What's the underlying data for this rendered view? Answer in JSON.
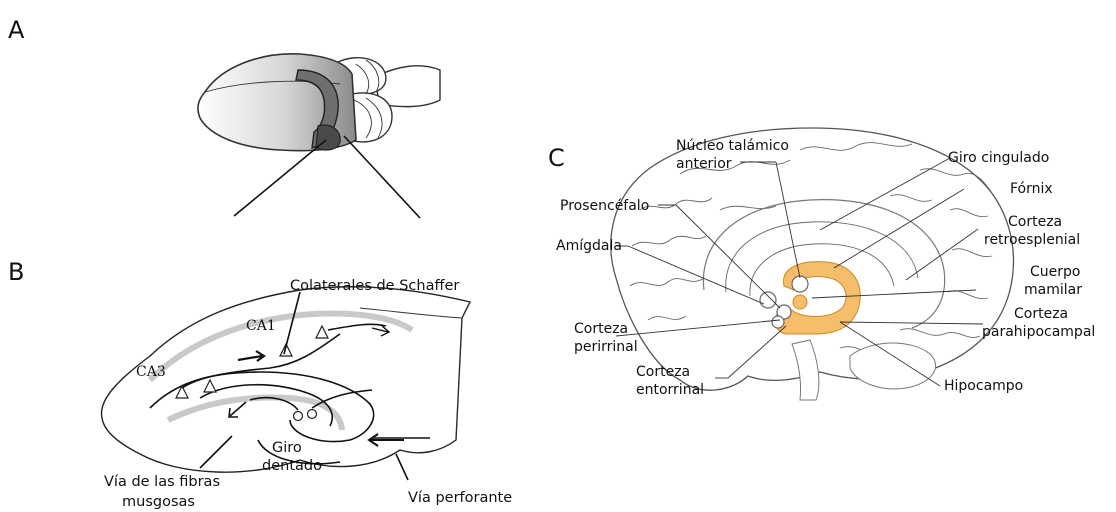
{
  "panels": {
    "a": "A",
    "b": "B",
    "c": "C"
  },
  "panel_b": {
    "colaterales": "Colaterales de Schaffer",
    "ca1": "CA1",
    "ca3": "CA3",
    "giro_1": "Giro",
    "giro_2": "dentado",
    "via_fibras_1": "Vía de las fibras",
    "via_fibras_2": "musgosas",
    "via_perforante": "Vía perforante"
  },
  "panel_c": {
    "nucleo_1": "Núcleo talámico",
    "nucleo_2": "anterior",
    "giro_cingulado": "Giro cingulado",
    "fornix": "Fórnix",
    "prosencefalo": "Prosencéfalo",
    "retro_1": "Corteza",
    "retro_2": "retroesplenial",
    "amigdala": "Amígdala",
    "cuerpo_1": "Cuerpo",
    "cuerpo_2": "mamilar",
    "para_1": "Corteza",
    "para_2": "parahipocampal",
    "peri_1": "Corteza",
    "peri_2": "perirrinal",
    "ento_1": "Corteza",
    "ento_2": "entorrinal",
    "hipocampo": "Hipocampo"
  },
  "colors": {
    "limbic_highlight": "#f6bd6a",
    "line": "#111111",
    "brain_outline": "#555555"
  }
}
